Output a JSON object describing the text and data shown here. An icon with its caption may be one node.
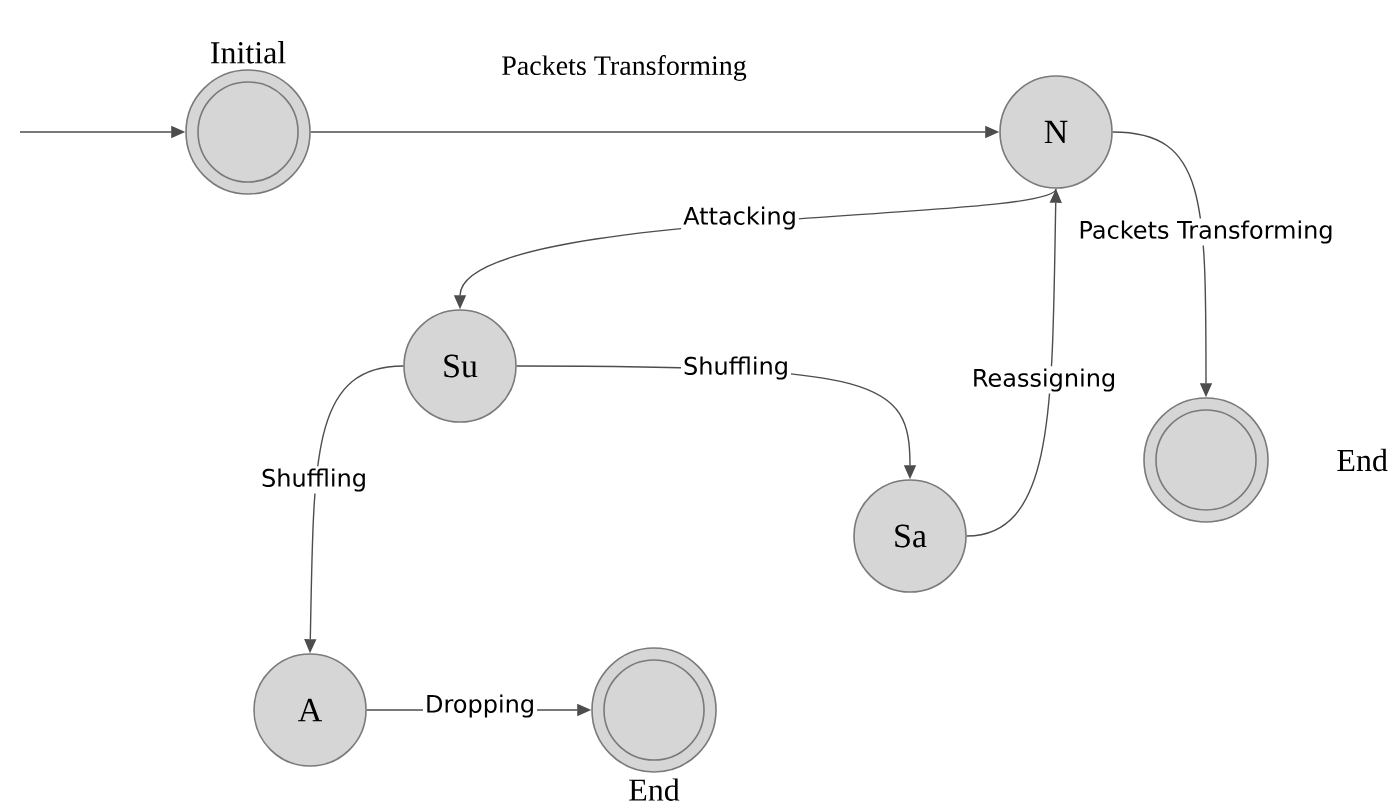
{
  "diagram": {
    "nodes": [
      {
        "text": [
          "Initial"
        ]
      },
      {
        "text": [
          "N"
        ]
      },
      {
        "text": [
          "Su"
        ]
      },
      {
        "text": [
          "End"
        ]
      },
      {
        "text": [
          "Sa"
        ]
      },
      {
        "text": [
          "A"
        ]
      },
      {
        "text": [
          "End"
        ]
      }
    ],
    "edges": [
      {
        "from": null,
        "to": 0,
        "arrow": "to"
      },
      {
        "from": 0,
        "to": 1,
        "arrow": "to",
        "label": "Packets Transforming"
      },
      {
        "from": 1,
        "to": 2,
        "arrow": "to",
        "label": "Attacking"
      },
      {
        "from": 1,
        "to": 3,
        "arrow": "to",
        "label": "Packets Transforming"
      },
      {
        "from": 2,
        "to": 4,
        "arrow": "to",
        "label": "Shuffling"
      },
      {
        "from": 2,
        "to": 5,
        "arrow": "to",
        "label": "Shuffling"
      },
      {
        "from": 4,
        "to": 1,
        "arrow": "to",
        "label": "Reassigning"
      },
      {
        "from": 5,
        "to": 6,
        "arrow": "to",
        "label": "Dropping"
      }
    ]
  }
}
